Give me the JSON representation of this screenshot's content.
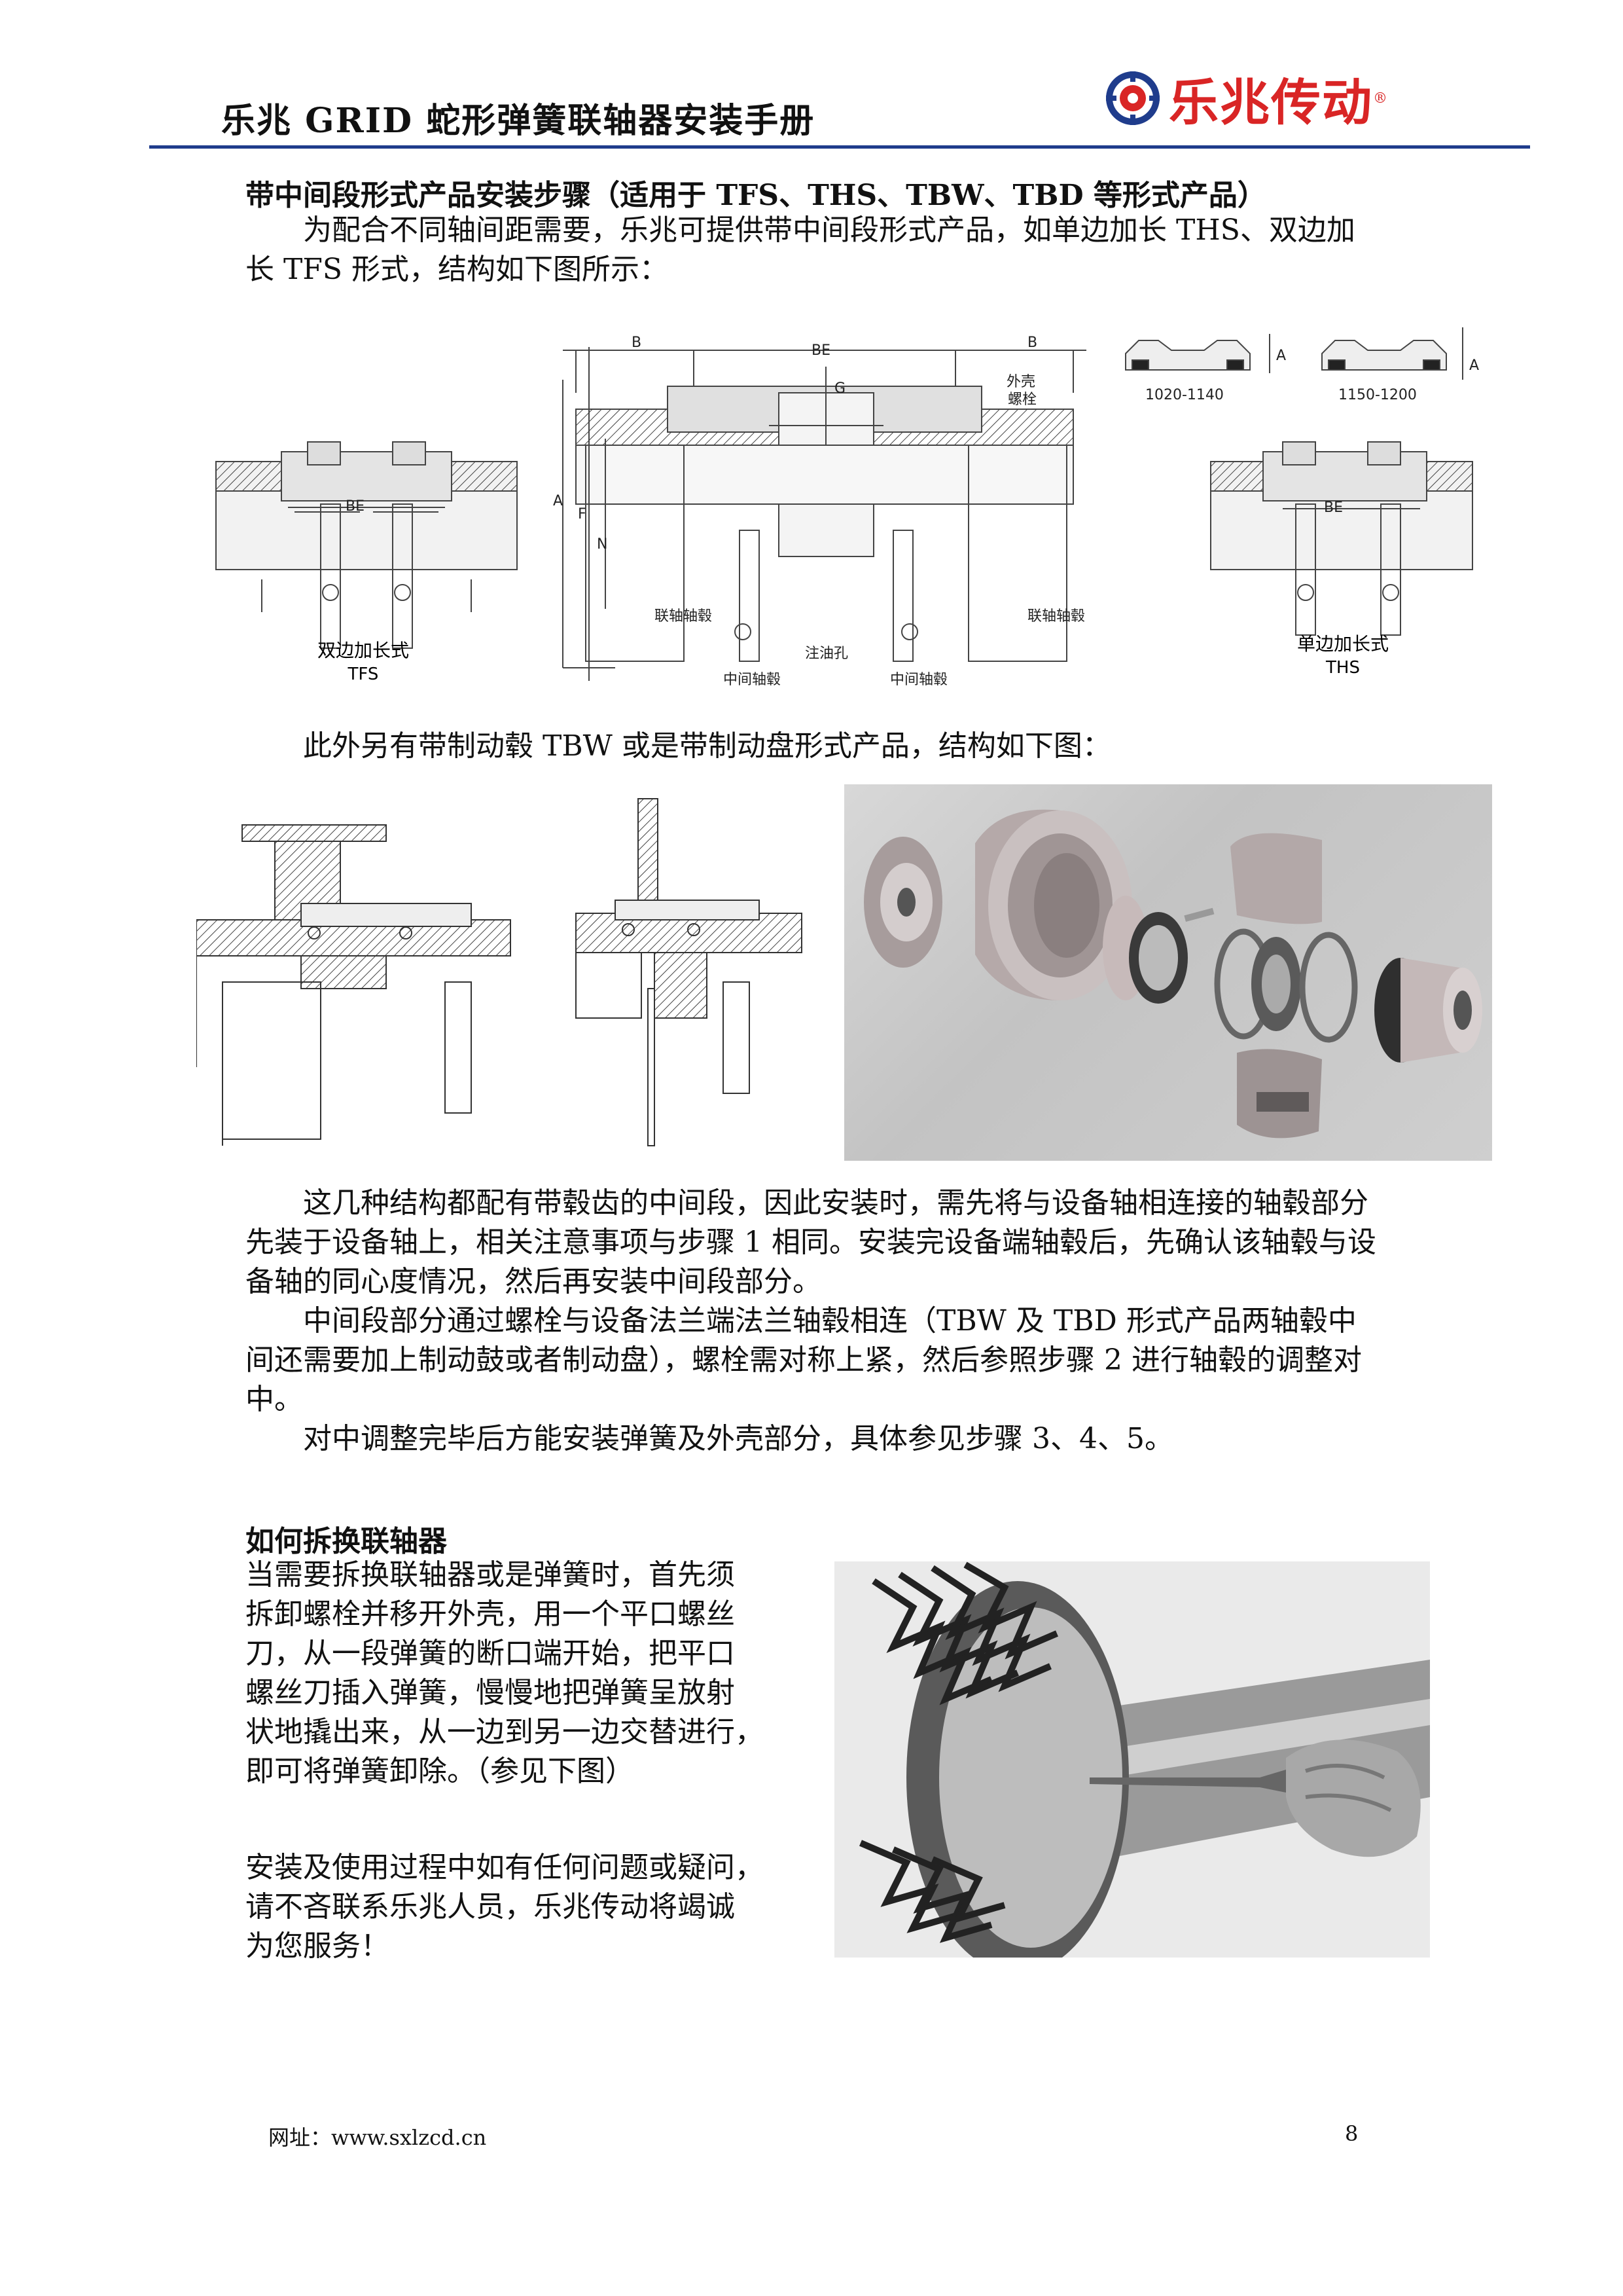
{
  "header": {
    "title": "乐兆 GRID  蛇形弹簧联轴器安装手册",
    "logo_text": "乐兆传动",
    "logo_reg": "®"
  },
  "section1": {
    "heading": "带中间段形式产品安装步骤（适用于 TFS、THS、TBW、TBD 等形式产品）",
    "intro": "为配合不同轴间距需要，乐兆可提供带中间段形式产品，如单边加长 THS、双边加长 TFS 形式，结构如下图所示："
  },
  "figure1": {
    "labels": {
      "B": "B",
      "BE": "BE",
      "G": "G",
      "A": "A",
      "F": "F",
      "N": "N",
      "shell": "外壳",
      "bolt": "螺栓",
      "hub_left": "联轴轴毂",
      "hub_right": "联轴轴毂",
      "mid_hub_left": "中间轴毂",
      "mid_hub_right": "中间轴毂",
      "oil_hole": "注油孔",
      "size1": "1020-1140",
      "size2": "1150-1200"
    },
    "left_caption": [
      "双边加长式",
      "TFS"
    ],
    "right_caption": [
      "单边加长式",
      "THS"
    ]
  },
  "section2": {
    "intro": "此外另有带制动毂 TBW 或是带制动盘形式产品，结构如下图："
  },
  "section3": {
    "p1": "这几种结构都配有带毂齿的中间段，因此安装时，需先将与设备轴相连接的轴毂部分先装于设备轴上，相关注意事项与步骤 1 相同。安装完设备端轴毂后，先确认该轴毂与设备轴的同心度情况，然后再安装中间段部分。",
    "p2": "中间段部分通过螺栓与设备法兰端法兰轴毂相连（TBW 及 TBD 形式产品两轴毂中间还需要加上制动鼓或者制动盘），螺栓需对称上紧，然后参照步骤 2 进行轴毂的调整对中。",
    "p3": "对中调整完毕后方能安装弹簧及外壳部分，具体参见步骤 3、4、5。"
  },
  "section4": {
    "heading": "如何拆换联轴器",
    "p1_lines": [
      "当需要拆换联轴器或是弹簧时，首先须",
      "拆卸螺栓并移开外壳，用一个平口螺丝",
      "刀，从一段弹簧的断口端开始，把平口",
      "螺丝刀插入弹簧，慢慢地把弹簧呈放射",
      "状地撬出来，从一边到另一边交替进行，",
      "即可将弹簧卸除。（参见下图）"
    ],
    "p2_lines": [
      "安装及使用过程中如有任何问题或疑问，",
      "请不吝联系乐兆人员，乐兆传动将竭诚",
      "为您服务！"
    ]
  },
  "footer": {
    "website": "网址：www.sxlzcd.cn",
    "page": "8"
  }
}
